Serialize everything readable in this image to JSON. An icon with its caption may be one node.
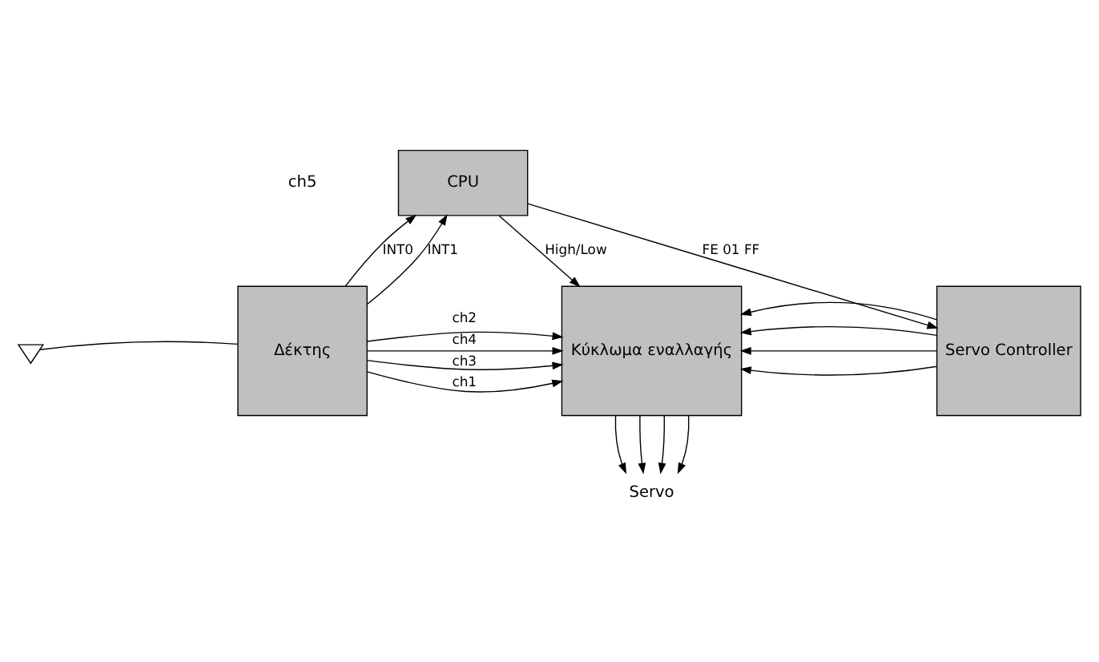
{
  "diagram": {
    "nodes": [
      {
        "text": [
          "CPU"
        ]
      },
      {
        "text": [
          "Δέκτης"
        ]
      },
      {
        "text": [
          "Κύκλωμα εναλλαγής"
        ]
      },
      {
        "text": [
          "Servo Controller"
        ]
      },
      {
        "text": [],
        "shape": "picture"
      },
      {
        "text": [
          "Servo"
        ]
      }
    ],
    "edges": [
      {
        "from": 1,
        "to": 0,
        "arrow": "to",
        "label": "INT0"
      },
      {
        "from": 1,
        "to": 0,
        "arrow": "to",
        "label": "INT1"
      },
      {
        "from": 1,
        "to": 2,
        "arrow": "to",
        "label": "ch4"
      },
      {
        "from": 1,
        "to": 2,
        "arrow": "to",
        "label": "ch3"
      },
      {
        "from": 1,
        "to": 2,
        "arrow": "to",
        "label": "ch2"
      },
      {
        "from": 1,
        "to": 2,
        "arrow": "to",
        "label": "ch1"
      },
      {
        "from": 0,
        "to": 2,
        "arrow": "to",
        "label": "High/Low"
      },
      {
        "from": 0,
        "to": 3,
        "arrow": "to",
        "label": "FE 01 FF"
      },
      {
        "from": 3,
        "to": 2,
        "arrow": "to"
      },
      {
        "from": 3,
        "to": 2,
        "arrow": "to"
      },
      {
        "from": 3,
        "to": 2,
        "arrow": "to"
      },
      {
        "from": 3,
        "to": 2,
        "arrow": "to"
      },
      {
        "from": 2,
        "to": 5,
        "arrow": "to"
      },
      {
        "from": 2,
        "to": 5,
        "arrow": "to"
      },
      {
        "from": 2,
        "to": 5,
        "arrow": "to"
      },
      {
        "from": 2,
        "to": 5,
        "arrow": "to"
      },
      {
        "from": 4,
        "to": 1,
        "arrow": "none"
      }
    ],
    "labels": [
      "ch5"
    ]
  }
}
